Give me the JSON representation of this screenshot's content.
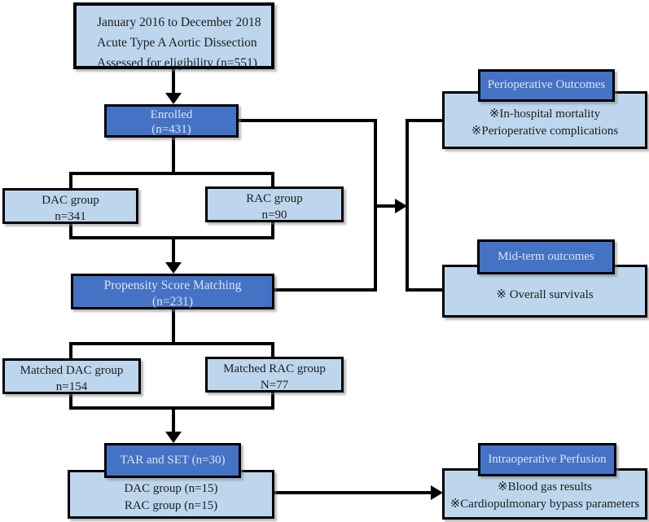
{
  "diagram_type": "patient-flow-diagram",
  "colors": {
    "header_fill": "#4472C4",
    "light_fill": "#BDD6EE",
    "border": "#000000",
    "header_text": "#DCE4F1",
    "body_text": "#1C1C1C",
    "background": "#FFFFFF"
  },
  "nodes": {
    "eligibility": {
      "line1": "January 2016 to December 2018",
      "line2": "Acute Type A Aortic Dissection",
      "line3": "Assessed for eligibility (n=551)"
    },
    "enrolled": {
      "line1": "Enrolled",
      "line2": "(n=431)"
    },
    "dac_group": {
      "line1": "DAC group",
      "line2": "n=341"
    },
    "rac_group": {
      "line1": "RAC group",
      "line2": "n=90"
    },
    "psm": {
      "line1": "Propensity Score Matching",
      "line2": "(n=231)"
    },
    "matched_dac_group": {
      "line1": "Matched DAC group",
      "line2": "n=154"
    },
    "matched_rac_group": {
      "line1": "Matched RAC group",
      "line2": "N=77"
    },
    "tar_set": {
      "header": "TAR and SET (n=30)",
      "line1": "DAC group (n=15)",
      "line2": "RAC group (n=15)"
    },
    "perioperative": {
      "header": "Perioperative Outcomes",
      "line1": "※In-hospital mortality",
      "line2": "※Perioperative complications"
    },
    "midterm": {
      "header": "Mid-term outcomes",
      "line1": "※ Overall survivals"
    },
    "intraoperative": {
      "header": "Intraoperative Perfusion",
      "line1": "※Blood gas results",
      "line2": "※Cardiopulmonary bypass parameters"
    }
  }
}
